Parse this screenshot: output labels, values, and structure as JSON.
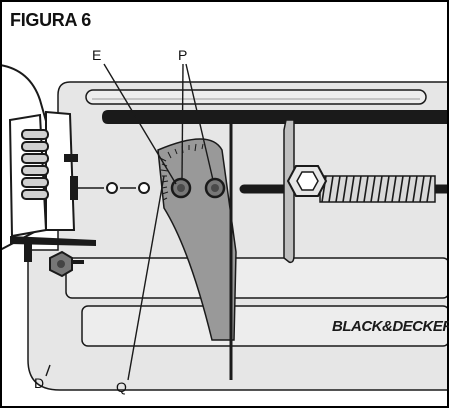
{
  "figure": {
    "title": "FIGURA 6",
    "labels": {
      "e": "E",
      "p": "P",
      "d": "D",
      "q": "Q"
    },
    "brand_logo_text": "BLACK&DECKER",
    "colors": {
      "line": "#1a1a1a",
      "base_plate": "#e6e6e6",
      "guide_plate": "#999999",
      "slot": "#ededed",
      "border": "#000000"
    }
  }
}
